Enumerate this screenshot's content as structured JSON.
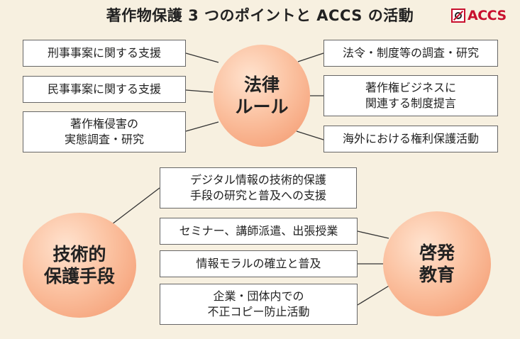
{
  "title": "著作物保護 3 つのポイントと ACCS の活動",
  "logo": {
    "text": "ACCS",
    "icon": "accs-logo-icon",
    "color": "#c8102e"
  },
  "circles": {
    "law": "法律\nルール",
    "tech": "技術的\n保護手段",
    "edu": "啓発\n教育"
  },
  "law_left": [
    "刑事事案に関する支援",
    "民事事案に関する支援",
    "著作権侵害の\n実態調査・研究"
  ],
  "law_right": [
    "法令・制度等の調査・研究",
    "著作権ビジネスに\n関連する制度提言",
    "海外における権利保護活動"
  ],
  "tech_items": [
    "デジタル情報の技術的保護\n手段の研究と普及への支援"
  ],
  "edu_items": [
    "セミナー、講師派遣、出張授業",
    "情報モラルの確立と普及",
    "企業・団体内での\n不正コピー防止活動"
  ],
  "colors": {
    "background": "#f7f0e0",
    "circle": "#f3966b",
    "box_border": "#666666"
  }
}
